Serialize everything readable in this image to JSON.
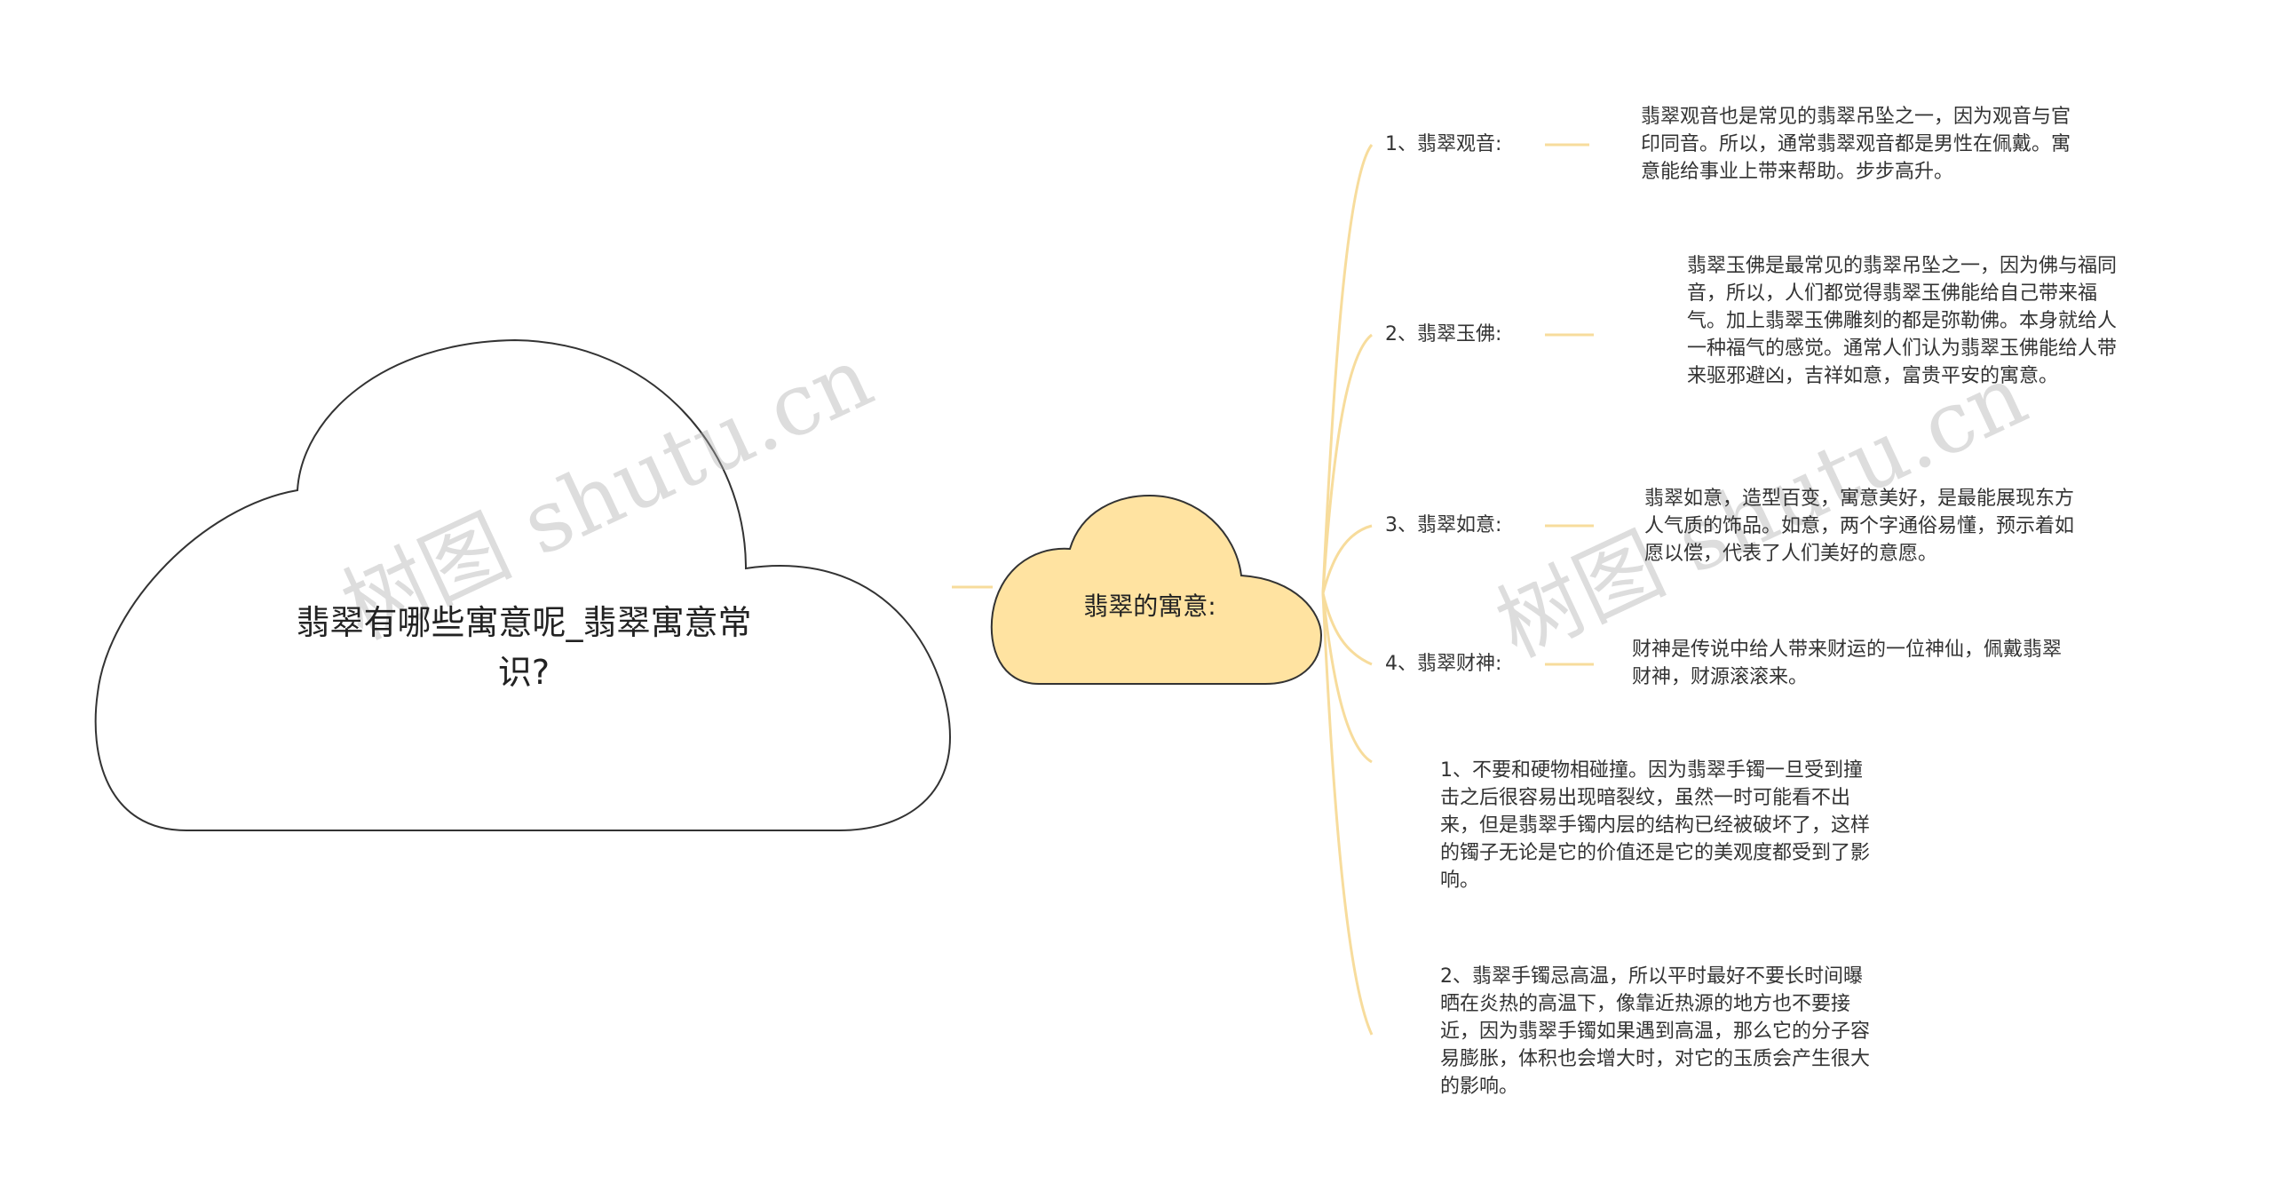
{
  "root": {
    "title": "翡翠有哪些寓意呢_翡翠寓意常识?"
  },
  "center": {
    "title": "翡翠的寓意:"
  },
  "branches": [
    {
      "label": "1、翡翠观音:",
      "text": "翡翠观音也是常见的翡翠吊坠之一，因为观音与官印同音。所以，通常翡翠观音都是男性在佩戴。寓意能给事业上带来帮助。步步高升。"
    },
    {
      "label": "2、翡翠玉佛:",
      "text": "翡翠玉佛是最常见的翡翠吊坠之一，因为佛与福同音，所以，人们都觉得翡翠玉佛能给自己带来福气。加上翡翠玉佛雕刻的都是弥勒佛。本身就给人一种福气的感觉。通常人们认为翡翠玉佛能给人带来驱邪避凶，吉祥如意，富贵平安的寓意。"
    },
    {
      "label": "3、翡翠如意:",
      "text": "翡翠如意，造型百变，寓意美好，是最能展现东方人气质的饰品。如意，两个字通俗易懂，预示着如愿以偿，代表了人们美好的意愿。"
    },
    {
      "label": "4、翡翠财神:",
      "text": "财神是传说中给人带来财运的一位神仙，佩戴翡翠财神，财源滚滚来。"
    }
  ],
  "notes": [
    {
      "text": "1、不要和硬物相碰撞。因为翡翠手镯一旦受到撞击之后很容易出现暗裂纹，虽然一时可能看不出来，但是翡翠手镯内层的结构已经被破坏了，这样的镯子无论是它的价值还是它的美观度都受到了影响。"
    },
    {
      "text": "2、翡翠手镯忌高温，所以平时最好不要长时间曝晒在炎热的高温下，像靠近热源的地方也不要接近，因为翡翠手镯如果遇到高温，那么它的分子容易膨胀，体积也会增大时，对它的玉质会产生很大的影响。"
    }
  ],
  "watermarks": [
    "树图 shutu.cn",
    "树图 shutu.cn"
  ],
  "colors": {
    "center_fill": "#FFE3A1",
    "connector": "#F7DC9C",
    "cloud_stroke": "#333333"
  }
}
